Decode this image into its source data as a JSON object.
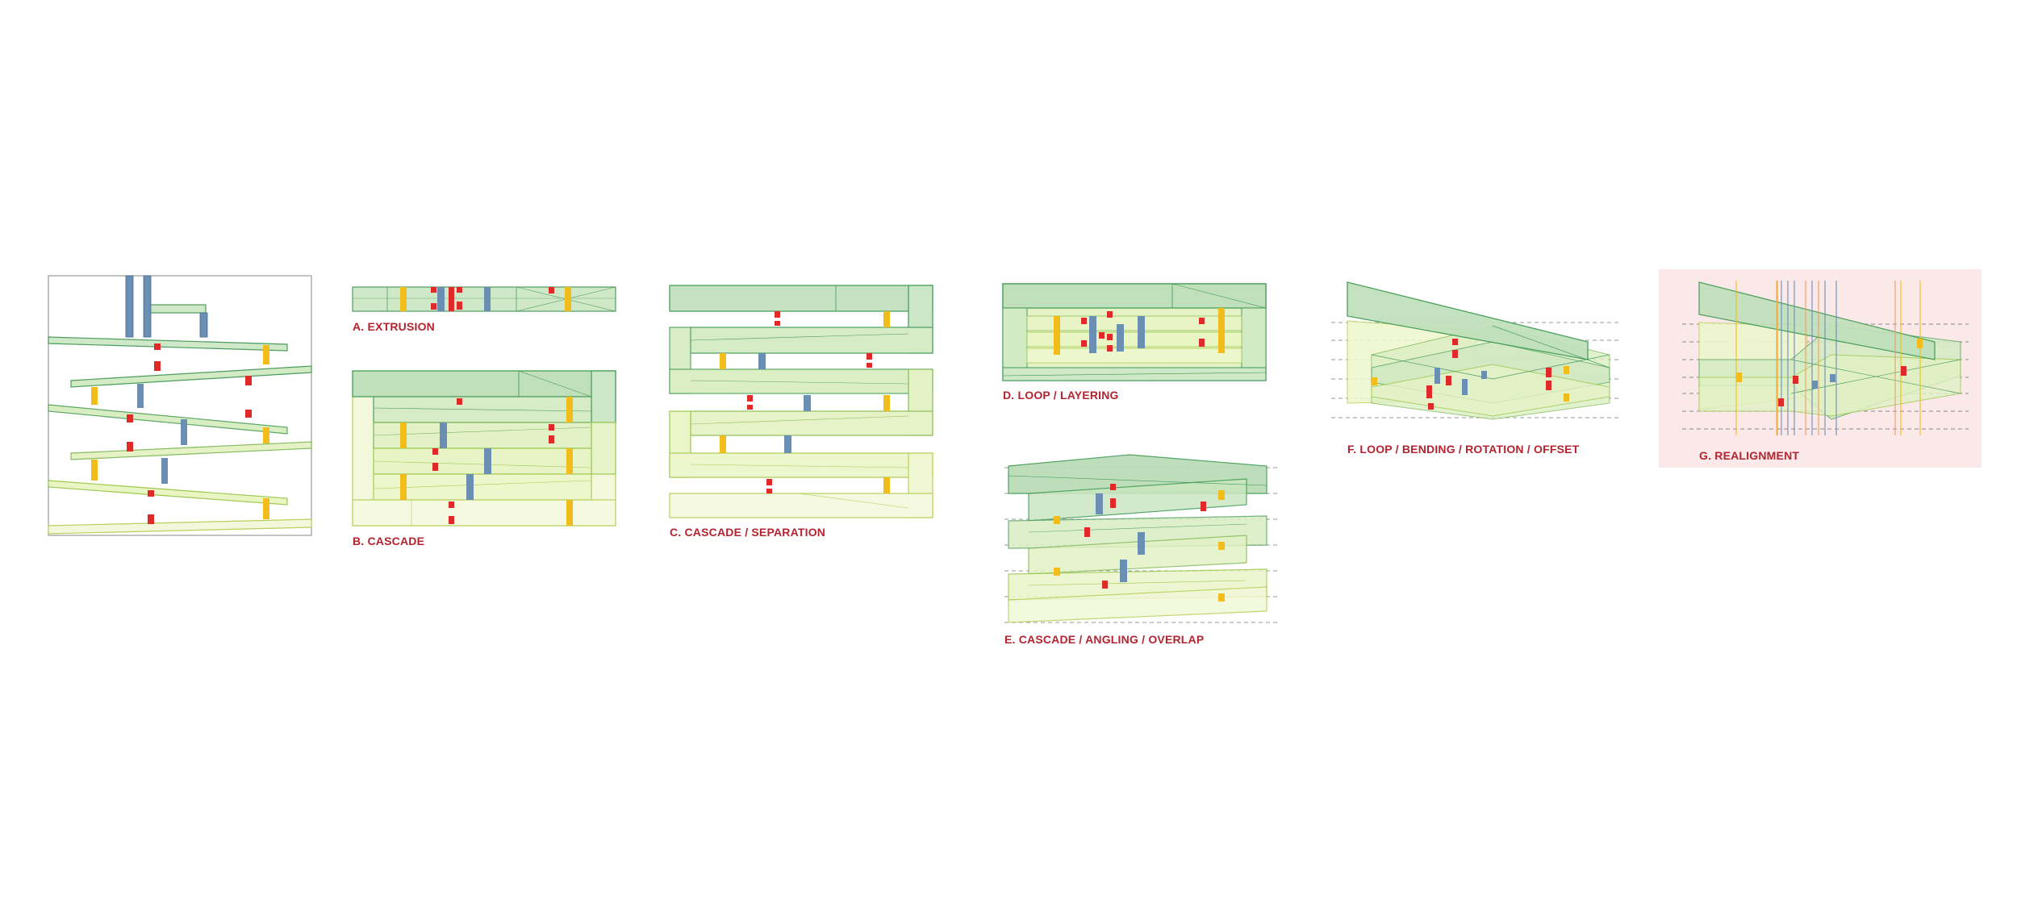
{
  "labels": {
    "a": "A. EXTRUSION",
    "b": "B. CASCADE",
    "c": "C. CASCADE / SEPARATION",
    "d": "D. LOOP / LAYERING",
    "e": "E. CASCADE / ANGLING / OVERLAP",
    "f": "F. LOOP / BENDING / ROTATION / OFFSET",
    "g": "G. REALIGNMENT"
  },
  "colors": {
    "label": "#b5232f",
    "dark_green": "#8fc79a",
    "mid_green": "#b9dfa0",
    "light_green": "#e3f1c2",
    "pale_yellow": "#f2f7d6",
    "stroke_green": "#3e9a52",
    "stroke_yellow": "#b6d15a",
    "core_blue": "#6b8fb3",
    "core_yellow": "#f2bd1b",
    "core_red": "#e02a2a",
    "realign_bg": "#fbe9ea"
  }
}
